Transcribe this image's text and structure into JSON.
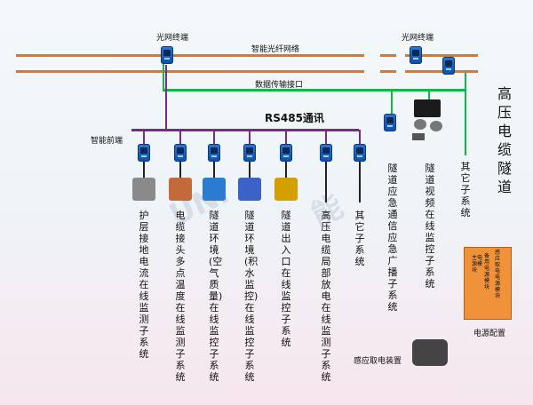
{
  "top_terminal_1": "光网终端",
  "top_terminal_2": "光网终端",
  "fiber_network": "智能光纤网络",
  "data_interface": "数据传输接口",
  "rs485": "RS485通讯",
  "front_end": "智能前端",
  "main_title": "高压电缆隧道",
  "subsystems": [
    "护层接地电流在线监测子系统",
    "电缆接头多点温度在线监测子系统",
    "隧道环境(空气质量)在线监控子系统",
    "隧道环境(积水监控)在线监控子系统",
    "隧道出入口在线监控子系统",
    "高压电缆局部放电在线监测子系统",
    "其它子系统"
  ],
  "right_systems": [
    "隧道应急通信应急广播子系统",
    "隧道视频在线监控子系统",
    "其它子系统"
  ],
  "power_box": {
    "label": "电源配置",
    "modules": [
      "感应取电电源模块",
      "备用电源模块",
      "主电源模块"
    ]
  },
  "induction_device": "感应取电装置",
  "colors": {
    "fiber": "#e8731c",
    "rs485": "#7a2a86",
    "data": "#16b54a",
    "device": "#1a63c0",
    "power_box": "#f0923a"
  },
  "icons": [
    "terminal-device-icon",
    "camera-icon",
    "speaker-icon",
    "sensor-photo-icon"
  ]
}
